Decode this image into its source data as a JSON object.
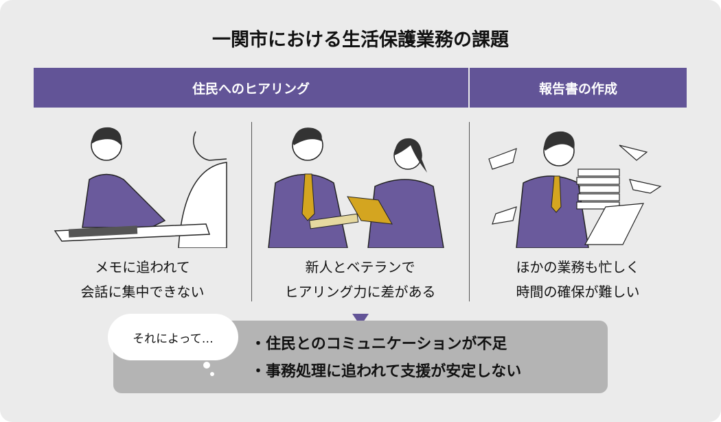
{
  "title": "一関市における生活保護業務の課題",
  "headers": {
    "hearing": "住民へのヒアリング",
    "report": "報告書の作成"
  },
  "columns": [
    {
      "line1": "メモに追われて",
      "line2": "会話に集中できない"
    },
    {
      "line1": "新人とベテランで",
      "line2": "ヒアリング力に差がある"
    },
    {
      "line1": "ほかの業務も忙しく",
      "line2": "時間の確保が難しい"
    }
  ],
  "bubble": "それによって…",
  "results": [
    "・住民とのコミュニケーションが不足",
    "・事務処理に追われて支援が安定しない"
  ],
  "colors": {
    "accent": "#625497",
    "background": "#ebebeb",
    "box": "#b4b4b4",
    "tie": "#d4a520"
  }
}
